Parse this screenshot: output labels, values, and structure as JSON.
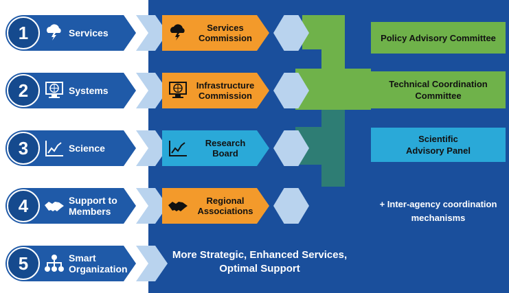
{
  "rows": [
    {
      "num": "1",
      "label": "Services",
      "icon": "storm-cloud-icon"
    },
    {
      "num": "2",
      "label": "Systems",
      "icon": "globe-computer-icon"
    },
    {
      "num": "3",
      "label": "Science",
      "icon": "rising-chart-icon"
    },
    {
      "num": "4",
      "label": "Support to Members",
      "icon": "handshake-icon"
    },
    {
      "num": "5",
      "label": "Smart Organization",
      "icon": "org-chart-icon"
    }
  ],
  "boxes": [
    {
      "label": "Services Commission",
      "color": "#f39a2b",
      "icon": "storm-cloud-icon"
    },
    {
      "label": "Infrastructure Commission",
      "color": "#f39a2b",
      "icon": "globe-computer-icon"
    },
    {
      "label": "Research Board",
      "color": "#2aa9d8",
      "icon": "rising-chart-icon"
    },
    {
      "label": "Regional Associations",
      "color": "#f39a2b",
      "icon": "handshake-icon"
    }
  ],
  "right_boxes": [
    {
      "label": "Policy Advisory Committee",
      "color": "#6fb24a"
    },
    {
      "label": "Technical Coordination Committee",
      "color": "#6fb24a"
    },
    {
      "label": "Scientific Advisory Panel",
      "color": "#2aa9d8"
    }
  ],
  "inter_agency": "+ Inter-agency coordination mechanisms",
  "bottom_text": "More Strategic, Enhanced Services, Optimal Support",
  "colors": {
    "panel": "#1a4f9c",
    "pill": "#1f5aa8",
    "chevron": "#b9d3ee",
    "green": "#6fb24a",
    "teal": "#2e7d74"
  }
}
